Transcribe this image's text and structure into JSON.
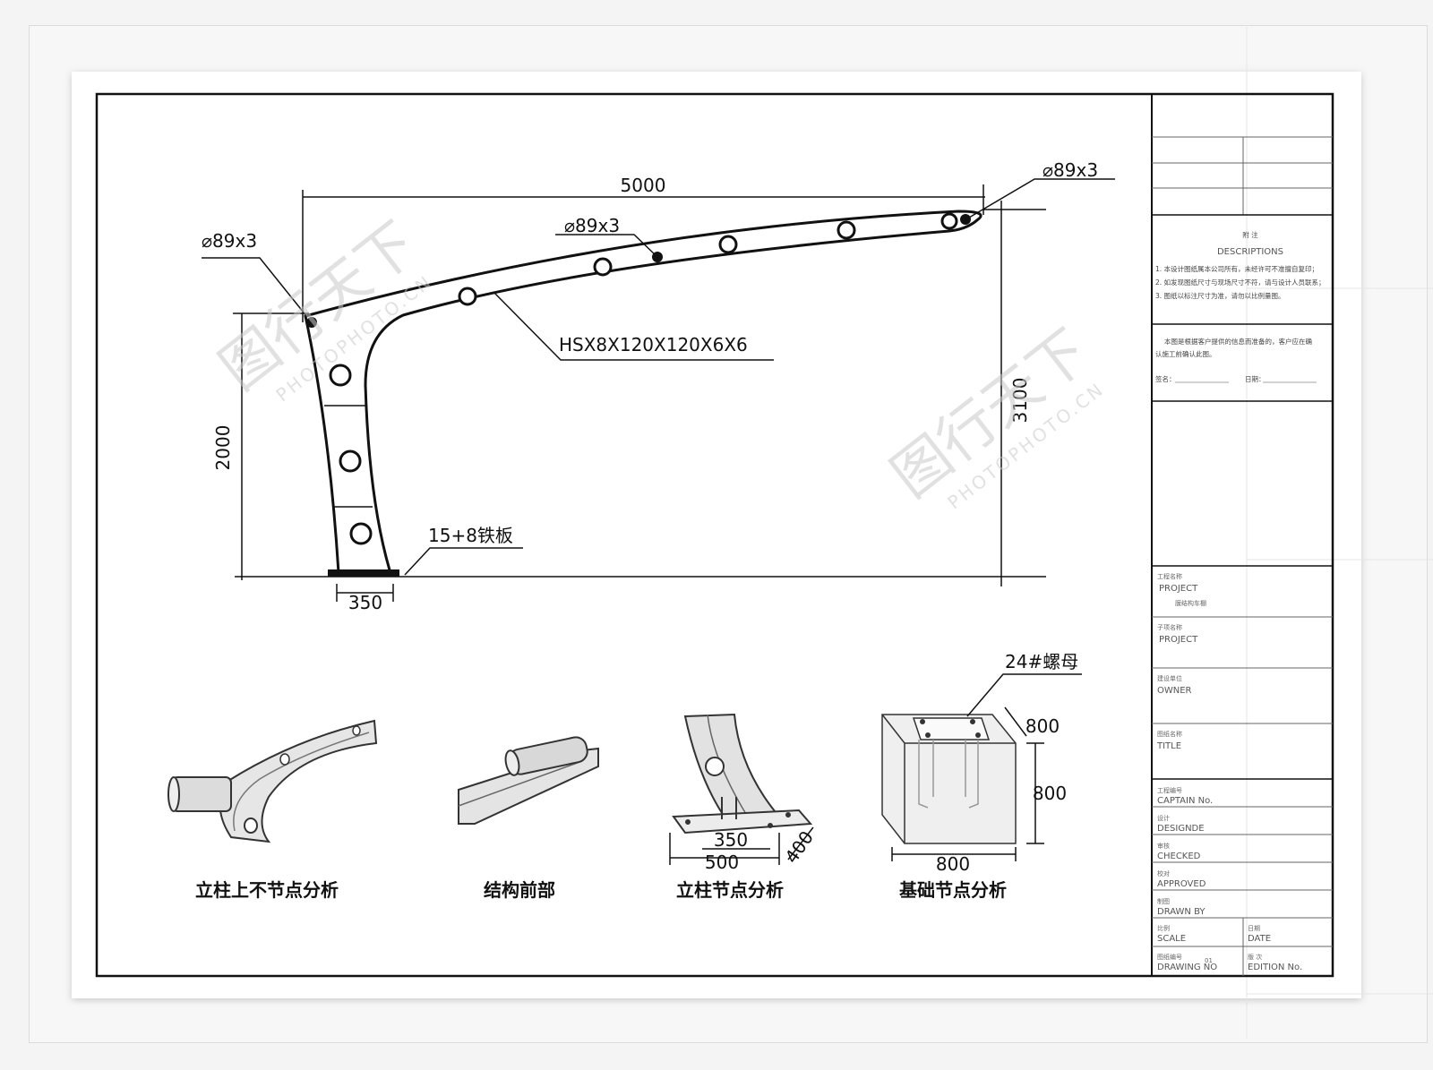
{
  "main_drawing": {
    "dim_span": "5000",
    "dim_height_left": "2000",
    "dim_height_right": "3100",
    "dim_base": "350",
    "pipe_label_left": "⌀89x3",
    "pipe_label_mid": "⌀89x3",
    "pipe_label_right": "⌀89x3",
    "beam_spec": "HSX8X120X120X6X6",
    "plate_label": "15+8铁板"
  },
  "details": [
    {
      "caption": "立柱上不节点分析"
    },
    {
      "caption": "结构前部"
    },
    {
      "caption": "立柱节点分析",
      "dims": [
        "350",
        "500",
        "400"
      ]
    },
    {
      "caption": "基础节点分析",
      "dims": [
        "800",
        "800",
        "800"
      ],
      "callout": "24#螺母"
    }
  ],
  "title_block": {
    "desc_cn": "附 注",
    "desc_en": "DESCRIPTIONS",
    "notes": [
      "1. 本设计图纸属本公司所有，未经许可不准擅自复印；",
      "2. 如发现图纸尺寸与现场尺寸不符，请与设计人员联系；",
      "3. 图纸以标注尺寸为准，请勿以比例量图。"
    ],
    "confirm_text_1": "本图是根据客户提供的信息而准备的，客户应在确",
    "confirm_text_2": "认施工前确认此图。",
    "sign_label": "签名：",
    "date_label": "日期：",
    "fields": [
      {
        "cn": "工程名称",
        "en": "PROJECT",
        "value": "膜结构车棚"
      },
      {
        "cn": "子项名称",
        "en": "PROJECT",
        "value": ""
      },
      {
        "cn": "建设单位",
        "en": "OWNER",
        "value": ""
      },
      {
        "cn": "图纸名称",
        "en": "TITLE",
        "value": ""
      },
      {
        "cn": "工程编号",
        "en": "CAPTAIN No.",
        "value": ""
      },
      {
        "cn": "设计",
        "en": "DESIGNDE",
        "value": ""
      },
      {
        "cn": "审核",
        "en": "CHECKED",
        "value": ""
      },
      {
        "cn": "校对",
        "en": "APPROVED",
        "value": ""
      },
      {
        "cn": "制图",
        "en": "DRAWN BY",
        "value": ""
      }
    ],
    "scale_cn": "比例",
    "scale_en": "SCALE",
    "date_cn": "日期",
    "date_en": "DATE",
    "drawing_no_cn": "图纸编号",
    "drawing_no_en": "DRAWING NO",
    "drawing_no_value": "01",
    "edition_cn": "版 次",
    "edition_en": "EDITION No."
  },
  "watermark": {
    "brand": "图行天下",
    "site": "PHOTOPHOTO.CN"
  }
}
